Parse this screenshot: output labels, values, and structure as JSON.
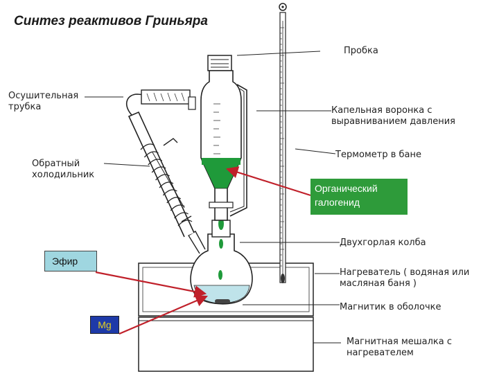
{
  "title": "Синтез реактивов Гриньяра",
  "labels": {
    "stopper": "Пробка",
    "drying_tube": "Осушительная\nтрубка",
    "dropping_funnel": "Капельная воронка с\nвыравниванием давления",
    "thermometer": "Термометр в бане",
    "condenser": "Обратный\nхолодильник",
    "halide": "Органический\n галогенид",
    "flask": "Двухгорлая колба",
    "ether": "Эфир",
    "heater": "Нагреватель ( водяная или\nмасляная баня )",
    "stir_bar": "Магнитик в оболочке",
    "mg": "Mg",
    "stirrer": "Магнитная мешалка с\nнагревателем"
  },
  "colors": {
    "liquid_green": "#1f9a3a",
    "ether_blue": "#bfe3ea",
    "halide_box": "#2e9b3a",
    "ether_box": "#9fd6e0",
    "mg_box": "#1e3aa8",
    "mg_text": "#e8d21c",
    "arrow_red": "#c0202a"
  }
}
